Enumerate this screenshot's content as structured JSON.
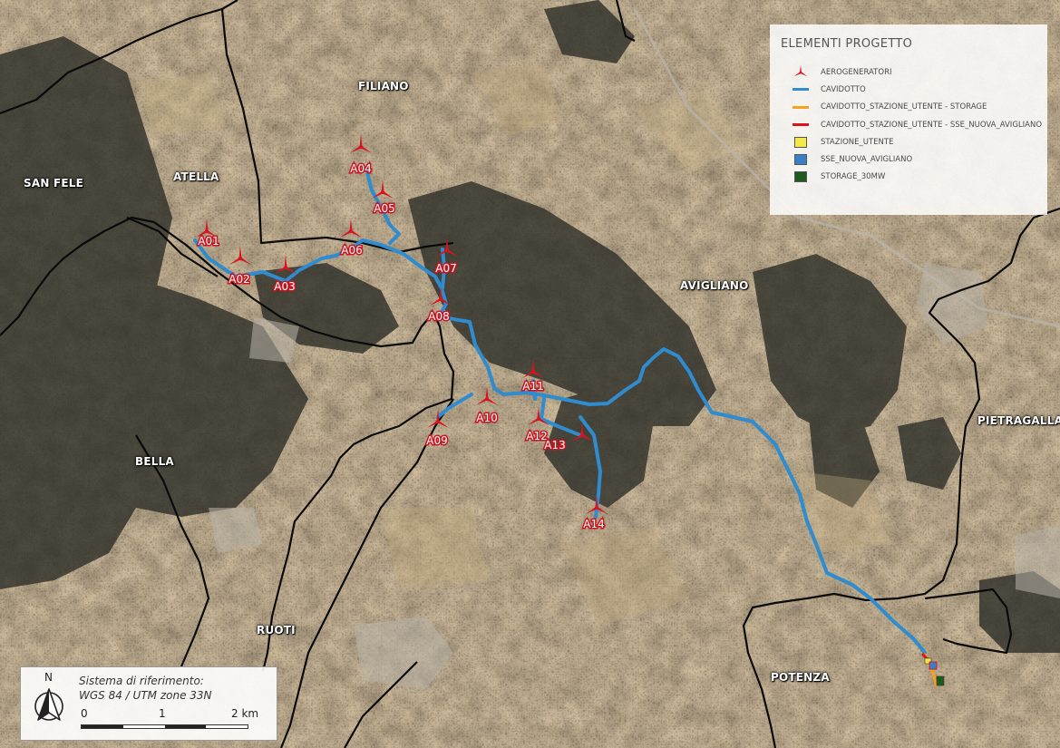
{
  "legend": {
    "title": "ELEMENTI PROGETTO",
    "items": [
      {
        "label": "AEROGENERATORI",
        "symbol": "turbine",
        "color": "#d8141e"
      },
      {
        "label": "CAVIDOTTO",
        "symbol": "line",
        "color": "#2e8ccf"
      },
      {
        "label": "CAVIDOTTO_STAZIONE_UTENTE - STORAGE",
        "symbol": "line",
        "color": "#f5a21a"
      },
      {
        "label": "CAVIDOTTO_STAZIONE_UTENTE - SSE_NUOVA_AVIGLIANO",
        "symbol": "line",
        "color": "#d8141e"
      },
      {
        "label": "STAZIONE_UTENTE",
        "symbol": "box",
        "color": "#f5e94a"
      },
      {
        "label": "SSE_NUOVA_AVIGLIANO",
        "symbol": "box",
        "color": "#3a7fc8"
      },
      {
        "label": "STORAGE_30MW",
        "symbol": "box",
        "color": "#1e5a1e"
      }
    ]
  },
  "municipalities": [
    "FILIANO",
    "ATELLA",
    "SAN FELE",
    "AVIGLIANO",
    "PIETRAGALLA",
    "BELLA",
    "RUOTI",
    "POTENZA"
  ],
  "turbines": [
    "A01",
    "A02",
    "A03",
    "A04",
    "A05",
    "A06",
    "A07",
    "A08",
    "A09",
    "A10",
    "A11",
    "A12",
    "A13",
    "A14"
  ],
  "crs": {
    "title": "Sistema di riferimento:",
    "value": "WGS 84 / UTM zone 33N"
  },
  "north_label": "N",
  "scale": {
    "labels": [
      "0",
      "1",
      "2 km"
    ]
  },
  "colors": {
    "cable": "#2e8ccf",
    "turbine": "#d8141e",
    "boundary": "#0a0a0a"
  }
}
